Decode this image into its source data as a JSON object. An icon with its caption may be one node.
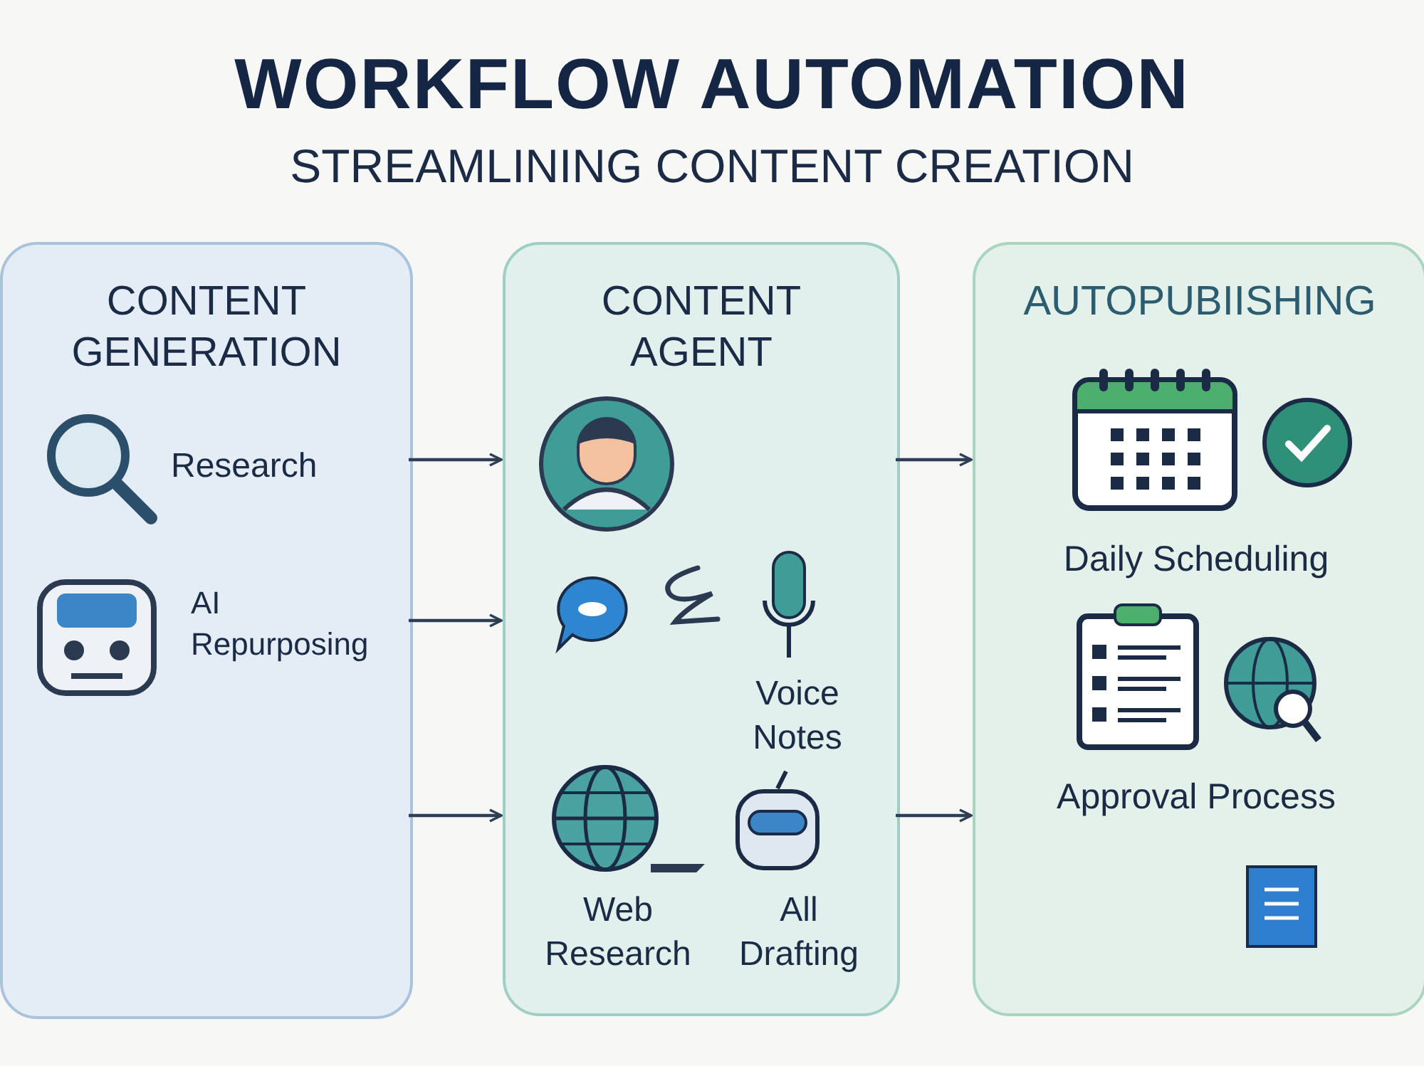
{
  "diagram": {
    "title": "WORKFLOW AUTOMATION",
    "nodes": [
      {
        "text": [
          "CONTENT GENERATION"
        ]
      },
      {
        "text": [
          "Research"
        ],
        "in": 0
      },
      {
        "text": [
          "AI Repurposing"
        ],
        "in": 0
      },
      {
        "text": [
          "CONTENT AGENT"
        ]
      },
      {
        "text": [
          "Voice Notes"
        ],
        "in": 3
      },
      {
        "text": [
          "Web Research"
        ],
        "in": 3
      },
      {
        "text": [
          "All Drafting"
        ],
        "in": 3
      },
      {
        "text": [
          "AUTOPUBIISHING"
        ]
      },
      {
        "text": [
          "Daily Scheduling"
        ],
        "in": 7
      },
      {
        "text": [
          "Approval Process"
        ],
        "in": 7
      }
    ],
    "edges": [
      {
        "from": 0,
        "to": 3,
        "arrow": "to"
      },
      {
        "from": 0,
        "to": 3,
        "arrow": "to"
      },
      {
        "from": 0,
        "to": 3,
        "arrow": "to"
      },
      {
        "from": 3,
        "to": 7,
        "arrow": "to"
      },
      {
        "from": 3,
        "to": 7,
        "arrow": "to"
      }
    ],
    "labels": [
      "STREAMLINING CONTENT CREATION"
    ]
  }
}
